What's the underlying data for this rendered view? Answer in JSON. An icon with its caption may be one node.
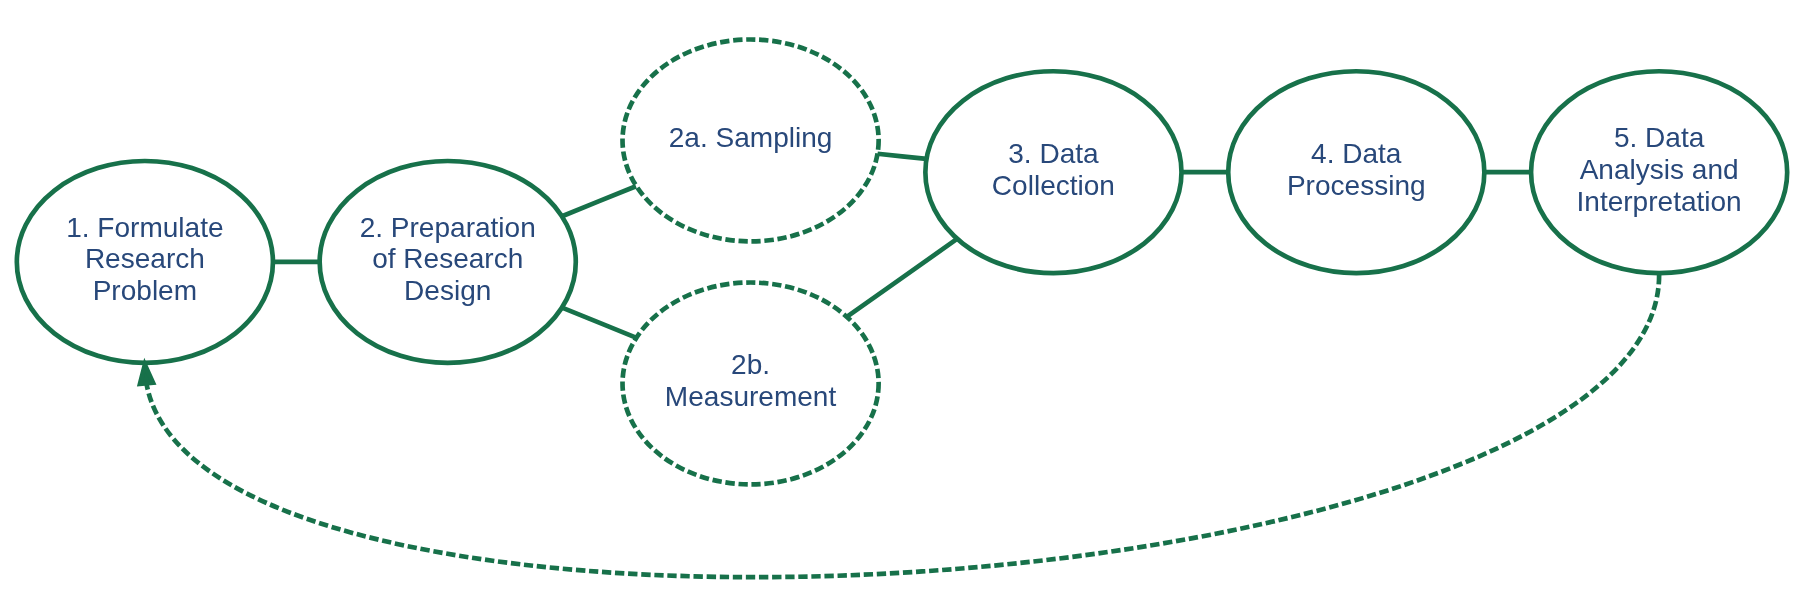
{
  "diagram": {
    "nodes": [
      {
        "text": [
          "1. Formulate Research Problem"
        ]
      },
      {
        "text": [
          "2. Preparation of Research Design"
        ]
      },
      {
        "text": [
          "2a. Sampling"
        ]
      },
      {
        "text": [
          "2b. Measurement"
        ]
      },
      {
        "text": [
          "3. Data Collection"
        ]
      },
      {
        "text": [
          "4. Data Processing"
        ]
      },
      {
        "text": [
          "5. Data Analysis and Interpretation"
        ]
      }
    ],
    "edges": [
      {
        "from": 0,
        "to": 1,
        "arrow": "none"
      },
      {
        "from": 1,
        "to": 2,
        "arrow": "none"
      },
      {
        "from": 1,
        "to": 3,
        "arrow": "none"
      },
      {
        "from": 2,
        "to": 4,
        "arrow": "none"
      },
      {
        "from": 3,
        "to": 4,
        "arrow": "none"
      },
      {
        "from": 4,
        "to": 5,
        "arrow": "none"
      },
      {
        "from": 5,
        "to": 6,
        "arrow": "none"
      },
      {
        "from": 6,
        "to": 0,
        "arrow": "to",
        "style": "dashed"
      }
    ]
  }
}
